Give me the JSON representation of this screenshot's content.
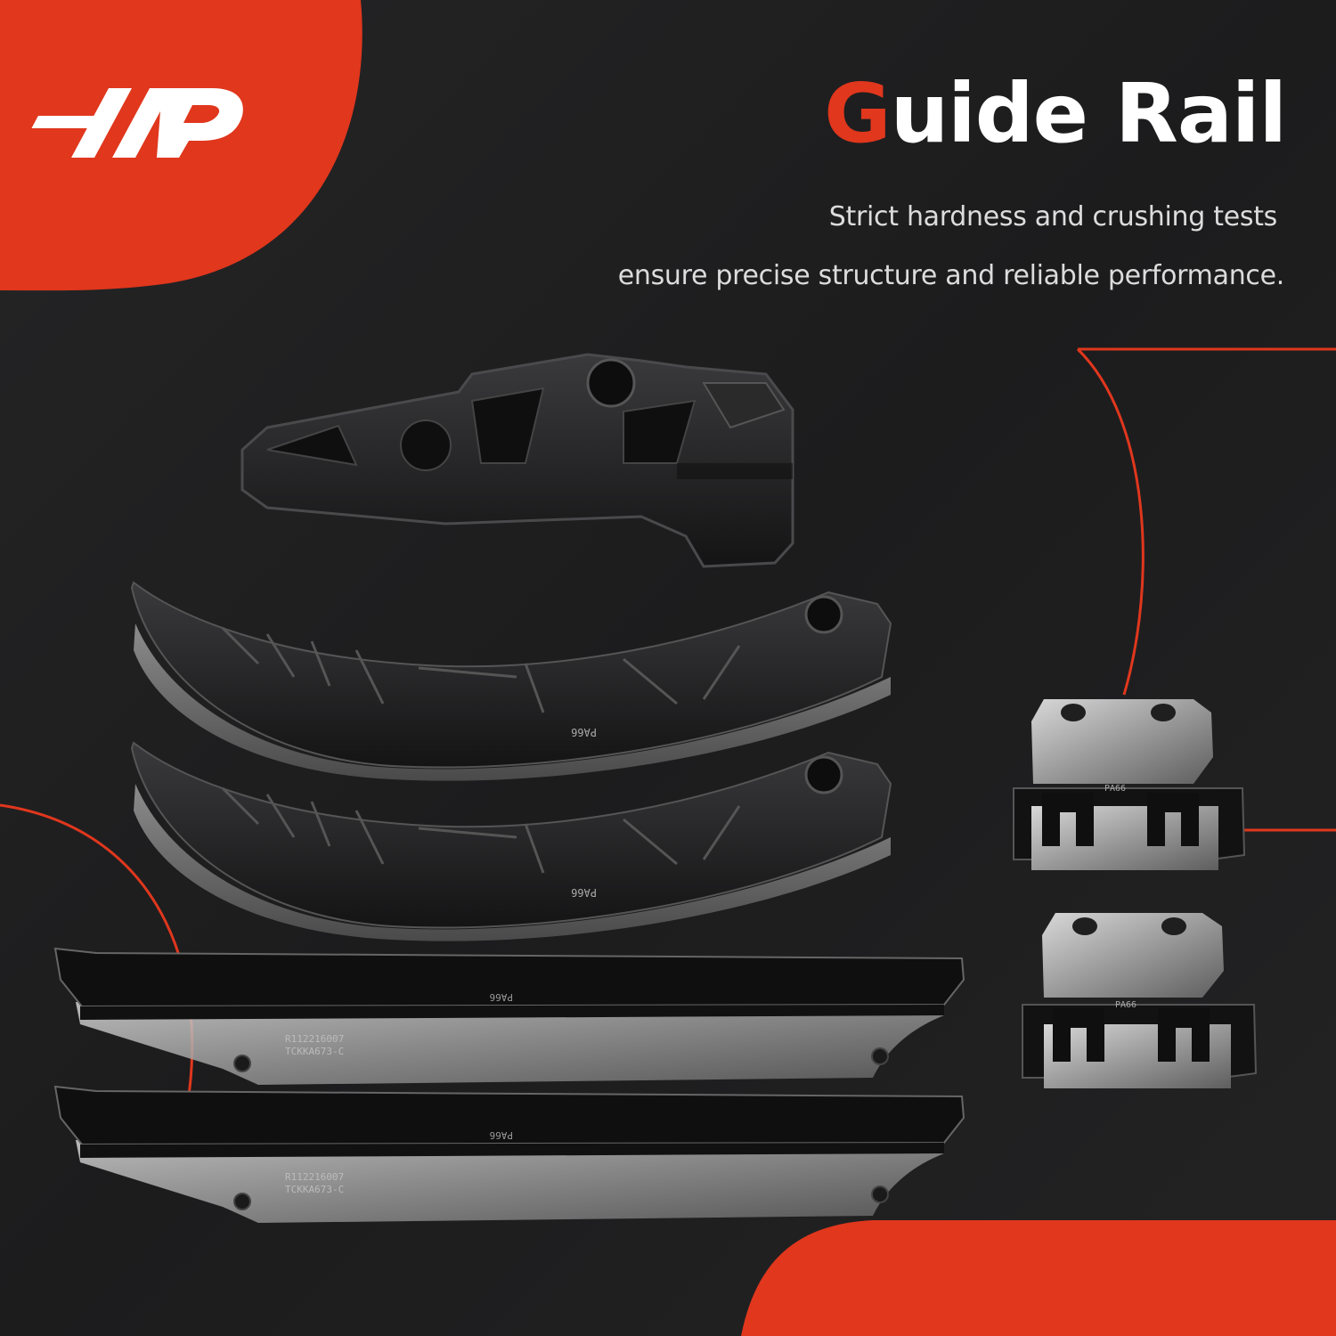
{
  "brand": {
    "logo": "A-Premium monogram logo",
    "accent_color": "#e0371d",
    "background_color": "#1f1f20"
  },
  "header": {
    "title_first_letter": "G",
    "title_rest": "uide Rail",
    "subtitle_line_1": "Strict hardness and crushing tests",
    "subtitle_line_2": "ensure precise structure and reliable performance."
  },
  "products": {
    "upper_rail_mark": "PA66",
    "lower_rail_mark": "PA66",
    "lower_rail_code_1": "R112216007",
    "lower_rail_code_2": "TCKKA673-C",
    "clip_mark": "PA66"
  }
}
